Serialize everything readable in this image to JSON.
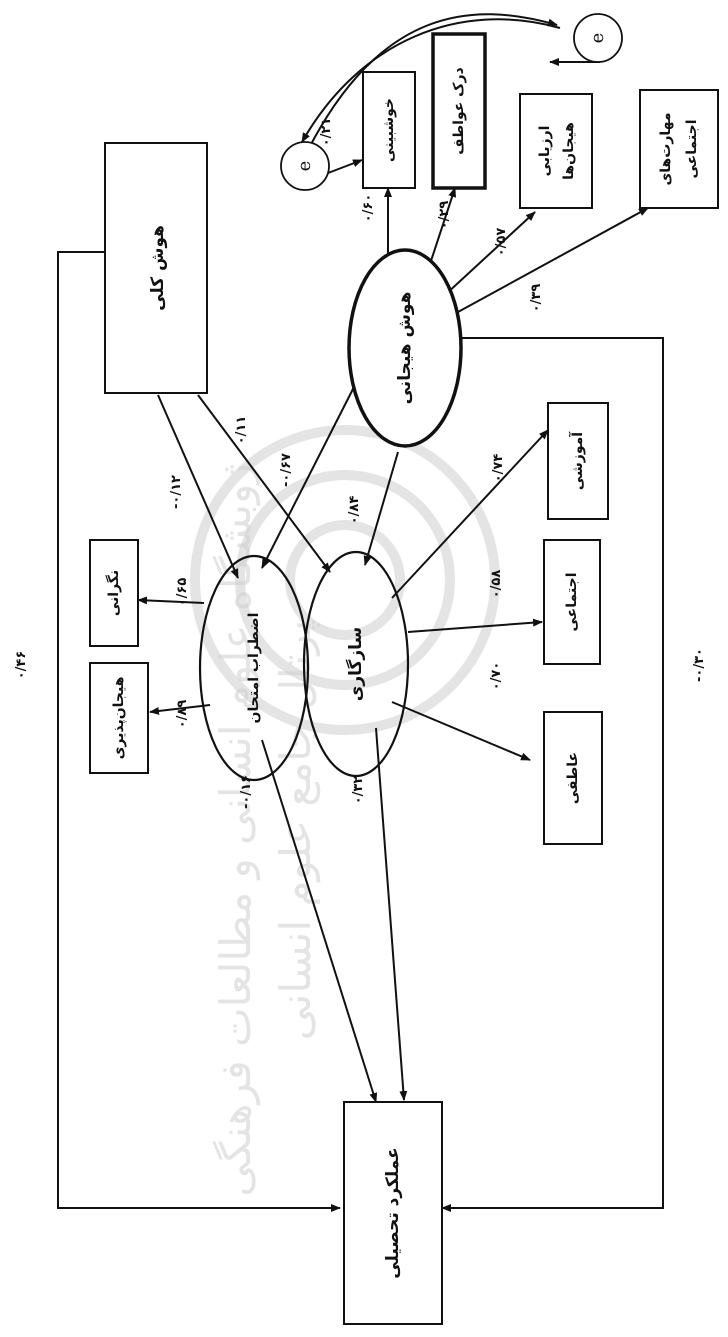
{
  "nodes": {
    "general_intelligence": "هوش کلی",
    "emotional_intelligence": "هوش هیجانی",
    "test_anxiety": "اضطراب امتحان",
    "adjustment": "سازگاری",
    "academic_performance": "عملکرد تحصیلی",
    "optimism": "خوشبینی",
    "perceiving_emotions": "درک عواطف",
    "emotion_appraisal_1": "ارزیابی",
    "emotion_appraisal_2": "هیجان‌ها",
    "social_skills_1": "مهارت‌های",
    "social_skills_2": "اجتماعی",
    "worry": "نگرانی",
    "emotionality": "هیجان‌پذیری",
    "educational": "آموزشی",
    "social": "اجتماعی",
    "emotional": "عاطفی",
    "error_term_1": "e",
    "error_term_2": "e"
  },
  "coefficients": {
    "ei_to_optimism": "۰/۶۰",
    "ei_to_perceiving": "۰/۲۹",
    "ei_to_appraisal": "۰/۵۷",
    "ei_to_social_skills": "۰/۳۹",
    "error_covariance": "۰/۲۱",
    "gi_to_adjustment": "۰/۱۱",
    "ei_to_anxiety": "-۰/۶۷",
    "gi_to_anxiety": "-۰/۱۲",
    "ei_to_adjustment": "۰/۸۴",
    "adjustment_to_educational": "۰/۷۴",
    "adjustment_to_social": "۰/۵۸",
    "adjustment_to_emotional": "۰/۷۰",
    "anxiety_to_worry": "۰/۶۵",
    "anxiety_to_emotionality": "۰/۸۹",
    "anxiety_to_performance": "-۰/۱۶",
    "adjustment_to_performance": "۰/۳۲",
    "gi_to_performance": "۰/۴۶",
    "ei_to_performance": "-۰/۳۰"
  },
  "watermark": {
    "line1": "ژوبشگاه علوم انسانی و مطالعات فرهنگی",
    "line2": "پرتال جامع علوم انسانی"
  }
}
